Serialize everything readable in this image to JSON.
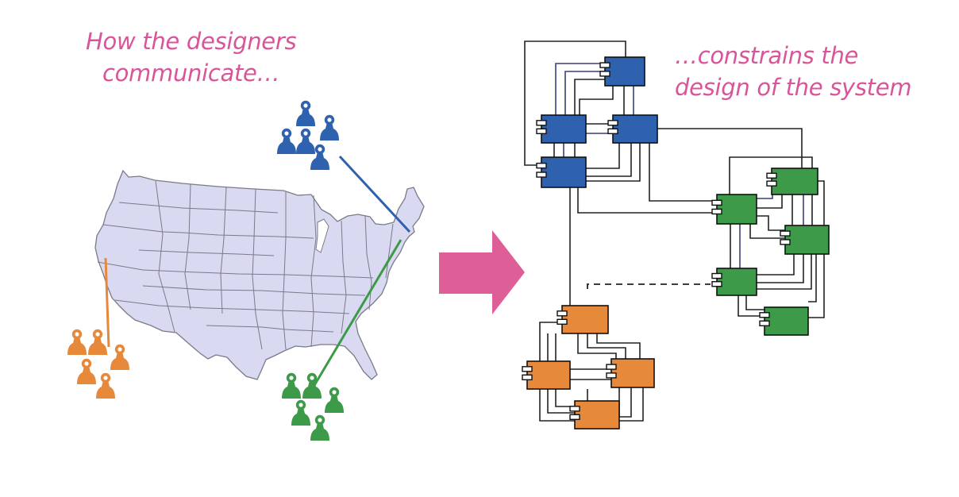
{
  "captions": {
    "left": [
      "How the designers",
      "communicate…"
    ],
    "right": [
      "…constrains the",
      "design of the system"
    ]
  },
  "colors": {
    "caption": "#d9559a",
    "arrow": "#de5f98",
    "map_fill": "#d9d9f2",
    "map_stroke": "#7a7a88",
    "team_blue": "#2f62ae",
    "team_green": "#3c9a48",
    "team_orange": "#e6893a"
  },
  "icons": {
    "person": "person-marker-icon",
    "component": "uml-component-icon",
    "arrow": "right-arrow-icon"
  },
  "teams": [
    {
      "name": "blue",
      "people": 5,
      "components": 4
    },
    {
      "name": "green",
      "people": 5,
      "components": 5
    },
    {
      "name": "orange",
      "people": 5,
      "components": 4
    }
  ]
}
